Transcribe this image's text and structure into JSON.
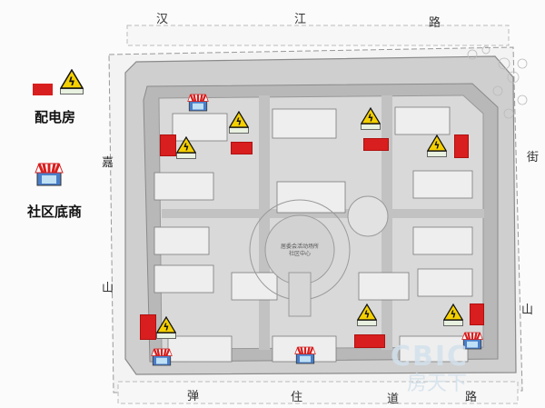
{
  "roads": {
    "north": [
      "汉",
      "江",
      "路"
    ],
    "south": [
      "弹",
      "住",
      "道",
      "路"
    ],
    "west_upper": "嘉",
    "west_lower": "山",
    "east_upper": "街",
    "east_lower": "山"
  },
  "legend": {
    "power_room_label": "配电房",
    "shop_label": "社区底商",
    "power_room_color": "#d81e1e"
  },
  "map_labels": {
    "center": "居委会活动场所",
    "center_sub": "社区中心"
  },
  "watermark": {
    "main": "CBIC",
    "sub": "房天下"
  },
  "icons": {
    "warning": "high-voltage-warning-icon",
    "shop": "storefront-awning-icon"
  }
}
